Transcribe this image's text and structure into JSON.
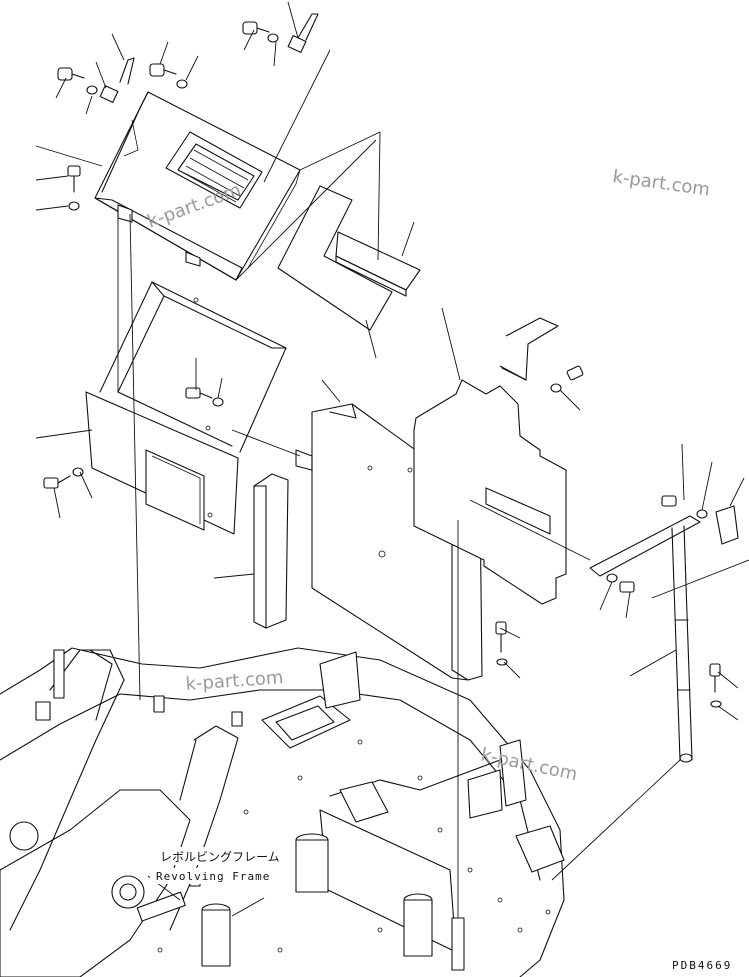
{
  "labels": {
    "frame_jp": "レボルビングフレーム",
    "frame_en": "Revolving Frame",
    "diagram_code": "PDB4669"
  },
  "watermarks": [
    "k-part.com",
    "k-part.com",
    "k-part.com",
    "k-part.com"
  ]
}
